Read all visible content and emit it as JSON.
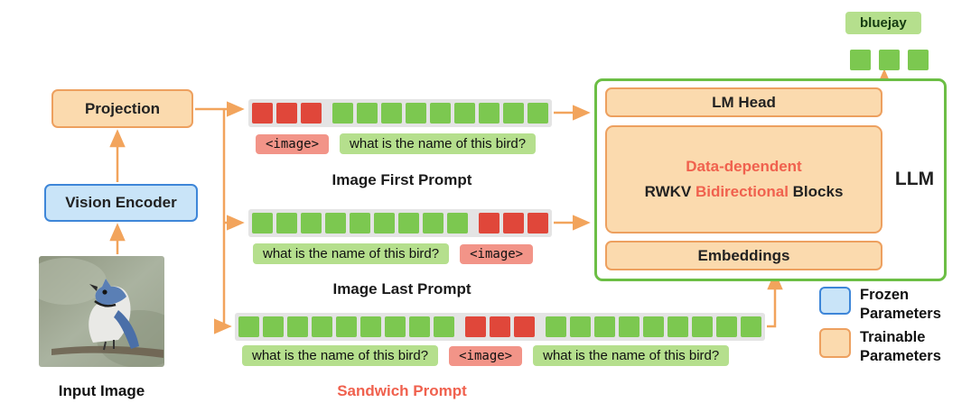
{
  "colors": {
    "orange_fill": "#FBDAAE",
    "orange_border": "#EDA05F",
    "blue_fill": "#C9E4F8",
    "blue_border": "#3E86D8",
    "green_border": "#6CBE45",
    "green_token": "#7CC850",
    "red_token": "#E0473A",
    "green_chip": "#B5DF8D",
    "red_chip": "#F29488",
    "strip_bg": "#E4E4E4",
    "arrow": "#F2A45C",
    "accent_red": "#F0614E"
  },
  "left": {
    "projection": "Projection",
    "vision_encoder": "Vision Encoder",
    "input_image": "Input Image"
  },
  "prompts": [
    {
      "title": "Image First Prompt",
      "tokens": [
        {
          "color": "red",
          "count": 3
        },
        {
          "color": "green",
          "count": 9
        }
      ],
      "chips": [
        {
          "text": "<image>",
          "type": "image"
        },
        {
          "text": "what is the name of this bird?",
          "type": "text"
        }
      ]
    },
    {
      "title": "Image Last Prompt",
      "tokens": [
        {
          "color": "green",
          "count": 9
        },
        {
          "color": "red",
          "count": 3
        }
      ],
      "chips": [
        {
          "text": "what is the name of this bird?",
          "type": "text"
        },
        {
          "text": "<image>",
          "type": "image"
        }
      ]
    },
    {
      "title": "Sandwich Prompt",
      "tokens": [
        {
          "color": "green",
          "count": 9
        },
        {
          "color": "red",
          "count": 3
        },
        {
          "color": "green",
          "count": 9
        }
      ],
      "chips": [
        {
          "text": "what is the name of this bird?",
          "type": "text"
        },
        {
          "text": "<image>",
          "type": "image"
        },
        {
          "text": "what is the name of this bird?",
          "type": "text"
        }
      ]
    }
  ],
  "llm": {
    "label": "LLM",
    "lm_head": "LM Head",
    "blocks": {
      "line1": "Data-dependent",
      "line2_rwkv": "RWKV ",
      "line2_bidirectional": "Bidirectional",
      "line2_blocks": " Blocks"
    },
    "embeddings": "Embeddings"
  },
  "output": {
    "label": "bluejay",
    "token_count": 3
  },
  "legend": {
    "frozen": {
      "line1": "Frozen",
      "line2": "Parameters"
    },
    "trainable": {
      "line1": "Trainable",
      "line2": "Parameters"
    }
  }
}
